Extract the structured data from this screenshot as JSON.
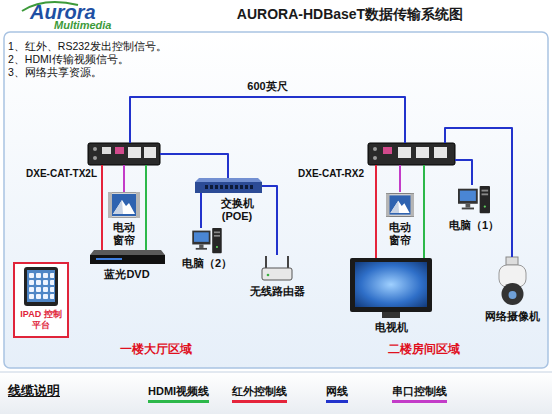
{
  "diagram": {
    "title": "AURORA-HDBaseT数据传输系统图",
    "nodes": [
      {
        "text": [
          "DXE-CAT-TX2L"
        ]
      },
      {
        "text": [
          "电动 窗帘"
        ]
      },
      {
        "text": [
          "交换机 (POE)"
        ]
      },
      {
        "text": [
          "电脑（2）"
        ]
      },
      {
        "text": [
          "蓝光DVD"
        ]
      },
      {
        "text": [
          "无线路由器"
        ]
      },
      {
        "text": [
          "IPAD 控制平台"
        ]
      },
      {
        "text": [
          "DXE-CAT-RX2"
        ]
      },
      {
        "text": [
          "电动 窗帘"
        ]
      },
      {
        "text": [
          "电脑（1）"
        ]
      },
      {
        "text": [
          "电视机"
        ]
      },
      {
        "text": [
          "网络摄像机"
        ]
      }
    ],
    "edges": [
      {
        "from": 0,
        "to": 7,
        "arrow": "none",
        "label": "600英尺"
      },
      {
        "from": 0,
        "to": 1,
        "arrow": "none"
      },
      {
        "from": 0,
        "to": 4,
        "arrow": "none"
      },
      {
        "from": 0,
        "to": 4,
        "arrow": "none"
      },
      {
        "from": 0,
        "to": 2,
        "arrow": "none"
      },
      {
        "from": 2,
        "to": 3,
        "arrow": "none"
      },
      {
        "from": 2,
        "to": 5,
        "arrow": "none"
      },
      {
        "from": 7,
        "to": 8,
        "arrow": "none"
      },
      {
        "from": 7,
        "to": 10,
        "arrow": "none"
      },
      {
        "from": 7,
        "to": 10,
        "arrow": "none"
      },
      {
        "from": 7,
        "to": 9,
        "arrow": "none"
      },
      {
        "from": 7,
        "to": 11,
        "arrow": "none"
      }
    ],
    "labels": [
      "Aurora",
      "Multimedia",
      "1、红外、RS232发出控制信号。",
      "2、HDMI传输视频信号。",
      "3、网络共享资源。",
      "一楼大厅区域",
      "二楼房间区域",
      "线缆说明"
    ],
    "legend": [
      {
        "text": "HDMI视频线",
        "color": "#2db84a"
      },
      {
        "text": "红外控制线",
        "color": "#e5243b"
      },
      {
        "text": "网线",
        "color": "#2233cc"
      },
      {
        "text": "串口控制线",
        "color": "#c33cc8"
      }
    ]
  }
}
